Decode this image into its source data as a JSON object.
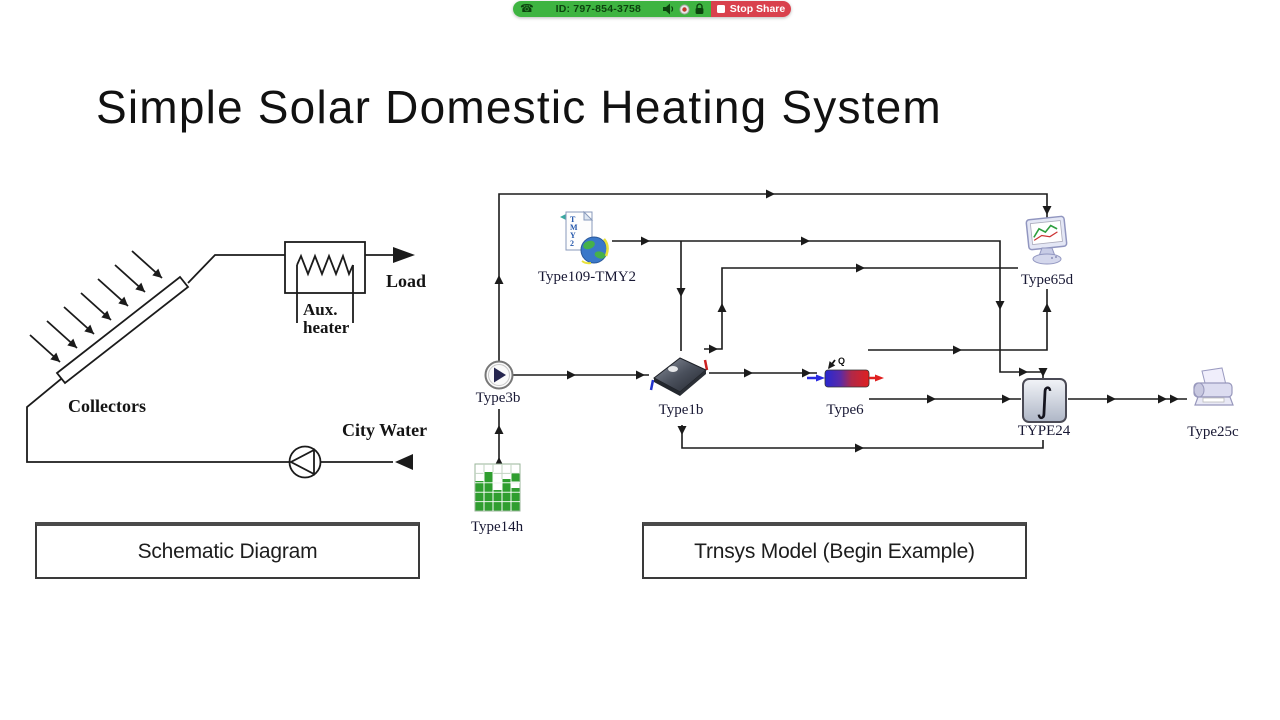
{
  "share_bar": {
    "meeting_id_label": "ID: 797-854-3758",
    "stop_share_label": "Stop Share",
    "colors": {
      "green": "#3eb441",
      "red": "#d9414d",
      "dark_green": "#0c430e"
    }
  },
  "slide": {
    "title": "Simple Solar Domestic Heating System",
    "captions": {
      "left": "Schematic Diagram",
      "right": "Trnsys Model (Begin Example)"
    }
  },
  "schematic": {
    "labels": {
      "collectors": "Collectors",
      "aux_line1": "Aux.",
      "aux_line2": "heater",
      "load": "Load",
      "city_water": "City Water"
    }
  },
  "trnsys": {
    "q_label": "Q",
    "tmy2_letters": [
      "T",
      "M",
      "Y",
      "2"
    ],
    "nodes": [
      {
        "id": "type109",
        "label": "Type109-TMY2",
        "icon": "weather-data-icon"
      },
      {
        "id": "type65d",
        "label": "Type65d",
        "icon": "online-plotter-icon"
      },
      {
        "id": "type3b",
        "label": "Type3b",
        "icon": "pump-icon"
      },
      {
        "id": "type1b",
        "label": "Type1b",
        "icon": "solar-collector-icon"
      },
      {
        "id": "type6",
        "label": "Type6",
        "icon": "aux-heater-icon"
      },
      {
        "id": "type24",
        "label": "TYPE24",
        "icon": "integrator-icon"
      },
      {
        "id": "type25c",
        "label": "Type25c",
        "icon": "printer-icon"
      },
      {
        "id": "type14h",
        "label": "Type14h",
        "icon": "forcing-function-icon"
      }
    ],
    "connections": [
      {
        "from": "Type3b",
        "to": "Type65d"
      },
      {
        "from": "Type109-TMY2",
        "to": "TYPE24"
      },
      {
        "from": "Type109-TMY2",
        "to": "Type1b"
      },
      {
        "from": "Type1b",
        "to": "Type65d"
      },
      {
        "from": "Type6",
        "to": "Type65d"
      },
      {
        "from": "Type3b",
        "to": "Type1b"
      },
      {
        "from": "Type1b",
        "to": "Type6"
      },
      {
        "from": "Type6",
        "to": "TYPE24"
      },
      {
        "from": "TYPE24",
        "to": "Type25c"
      },
      {
        "from": "Type1b",
        "to": "TYPE24"
      },
      {
        "from": "Type14h",
        "to": "Type3b"
      }
    ]
  }
}
